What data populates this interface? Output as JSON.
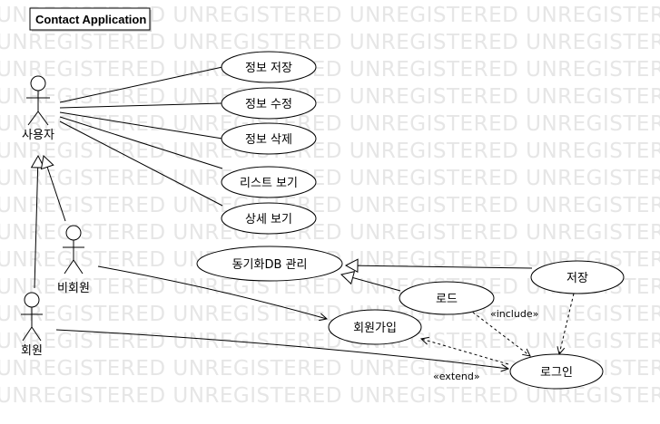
{
  "title": "Contact Application",
  "watermark": "UNREGISTERED",
  "actors": {
    "user": "사용자",
    "guest": "비회원",
    "member": "회원"
  },
  "usecases": {
    "save_info": "정보 저장",
    "edit_info": "정보 수정",
    "delete_info": "정보 삭제",
    "list_view": "리스트 보기",
    "detail_view": "상세 보기",
    "sync_db": "동기화DB 관리",
    "save": "저장",
    "load": "로드",
    "signup": "회원가입",
    "login": "로그인"
  },
  "stereotypes": {
    "include": "«include»",
    "extend": "«extend»"
  },
  "colors": {
    "line": "#000000",
    "watermark": "#e6e6e6",
    "background": "#ffffff"
  }
}
